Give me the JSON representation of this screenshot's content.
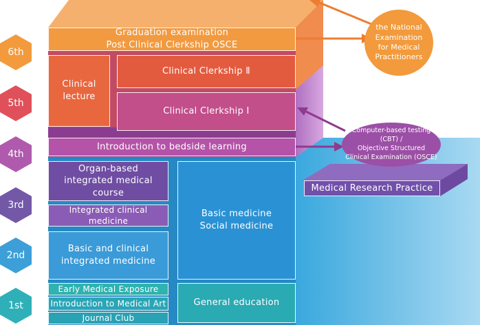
{
  "years": [
    "6th",
    "5th",
    "4th",
    "3rd",
    "2nd",
    "1st"
  ],
  "courses": {
    "graduation": "Graduation examination\nPost Clinical Clerkship OSCE",
    "clinical_lecture": "Clinical\nlecture",
    "clerkship_2": "Clinical Clerkship Ⅱ",
    "clerkship_1": "Clinical Clerkship Ⅰ",
    "bedside": "Introduction to bedside learning",
    "organ_based": "Organ-based\nintegrated medical\ncourse",
    "integrated_clinical": "Integrated clinical medicine",
    "basic_clinical": "Basic and clinical\nintegrated medicine",
    "basic_social": "Basic medicine\nSocial medicine",
    "early_exposure": "Early Medical Exposure",
    "intro_art": "Introduction to Medical Art",
    "journal_club": "Journal Club",
    "general_education": "General education",
    "research_practice": "Medical Research Practice"
  },
  "national_exam": "the National\nExamination\nfor Medical\nPractitioners",
  "cbt_osce": "Computer-based testing (CBT) /\nObjective Structured\nClinical Examination (OSCE)"
}
